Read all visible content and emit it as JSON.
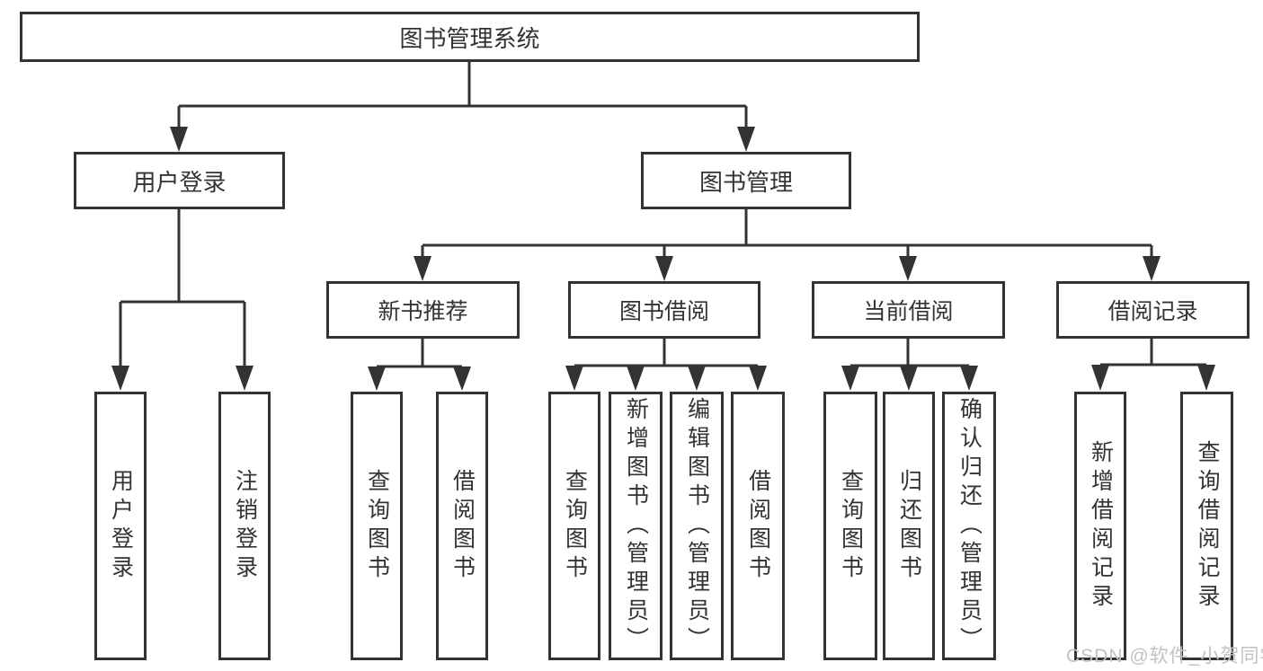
{
  "tree": {
    "root": {
      "label": "图书管理系统",
      "children": [
        {
          "label": "用户登录",
          "children": [
            {
              "label": "用户登录"
            },
            {
              "label": "注销登录"
            }
          ]
        },
        {
          "label": "图书管理",
          "children": [
            {
              "label": "新书推荐",
              "children": [
                {
                  "label": "查询图书"
                },
                {
                  "label": "借阅图书"
                }
              ]
            },
            {
              "label": "图书借阅",
              "children": [
                {
                  "label": "查询图书"
                },
                {
                  "label": "新增图书（管理员）"
                },
                {
                  "label": "编辑图书（管理员）"
                },
                {
                  "label": "借阅图书"
                }
              ]
            },
            {
              "label": "当前借阅",
              "children": [
                {
                  "label": "查询图书"
                },
                {
                  "label": "归还图书"
                },
                {
                  "label": "确认归还（管理员）"
                }
              ]
            },
            {
              "label": "借阅记录",
              "children": [
                {
                  "label": "新增借阅记录"
                },
                {
                  "label": "查询借阅记录"
                }
              ]
            }
          ]
        }
      ]
    }
  },
  "watermark": {
    "text": "CSDN @软件_小贺同学"
  },
  "colors": {
    "line": "#333333",
    "text": "#333333",
    "watermark": "#c2c2c2",
    "background": "#ffffff"
  }
}
